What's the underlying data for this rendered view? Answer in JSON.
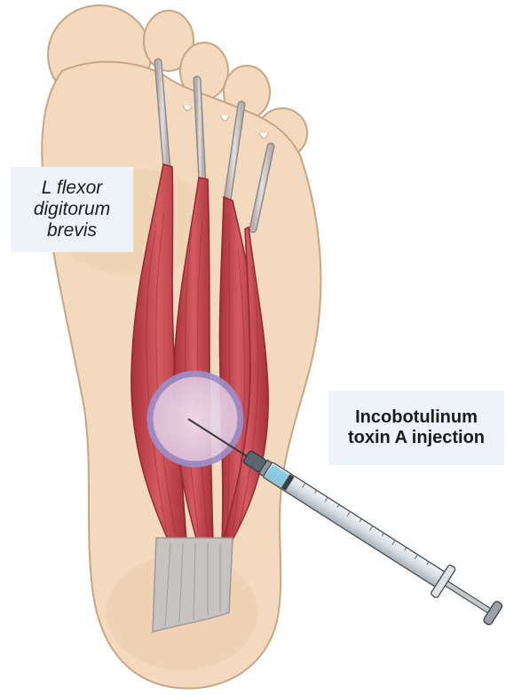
{
  "labels": {
    "muscle": [
      "L flexor",
      "digitorum",
      "brevis"
    ],
    "injection": [
      "Incobotulinum",
      "toxin A injection"
    ]
  },
  "colors": {
    "skin": "#f3d9bd",
    "skin_outline": "#c9a581",
    "muscle": "#c8444c",
    "muscle_dark": "#9c2a31",
    "tendon": "#c9c3c3",
    "fascia": "#c6c3c1",
    "injection_site": "#e7d3e8",
    "injection_ring": "#9d8fc9",
    "label_bg": "#eef3f9"
  },
  "icons": {
    "syringe": "syringe-icon",
    "needle": "needle-line"
  }
}
